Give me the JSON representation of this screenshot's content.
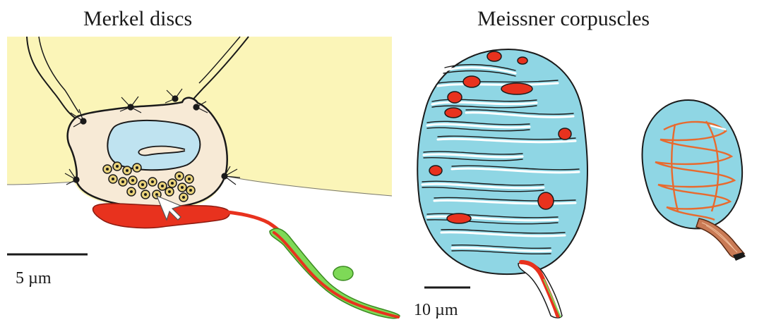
{
  "panels": {
    "merkel": {
      "title": "Merkel discs",
      "scale_bar_label": "5 µm"
    },
    "meissner": {
      "title": "Meissner corpuscles",
      "scale_bar_label": "10 µm"
    }
  },
  "colors": {
    "epidermis": "#fbf5b8",
    "merkel_cell": "#f7ead6",
    "nucleus": "#bfe3f0",
    "corpuscle": "#8fd6e4",
    "nerve_fiber": "#e8321e",
    "schwann_sheath": "#7ed957",
    "granule": "#e9d27a",
    "outline": "#1a1a1a"
  }
}
